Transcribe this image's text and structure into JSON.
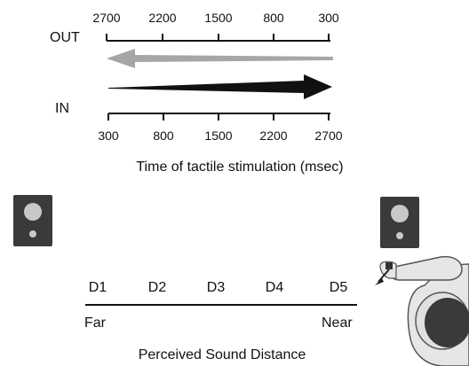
{
  "out_axis": {
    "label": "OUT",
    "ticks": [
      "2700",
      "2200",
      "1500",
      "800",
      "300"
    ]
  },
  "in_axis": {
    "label": "IN",
    "ticks": [
      "300",
      "800",
      "1500",
      "2200",
      "2700"
    ]
  },
  "time_caption": "Time of tactile stimulation (msec)",
  "distance_scale": {
    "positions": [
      "D1",
      "D2",
      "D3",
      "D4",
      "D5"
    ],
    "far_label": "Far",
    "near_label": "Near",
    "caption": "Perceived Sound Distance"
  },
  "colors": {
    "out_arrow": "#a6a6a6",
    "in_arrow": "#111111",
    "speaker_body": "#3a3a3a",
    "speaker_cone": "#c8c8c8"
  }
}
